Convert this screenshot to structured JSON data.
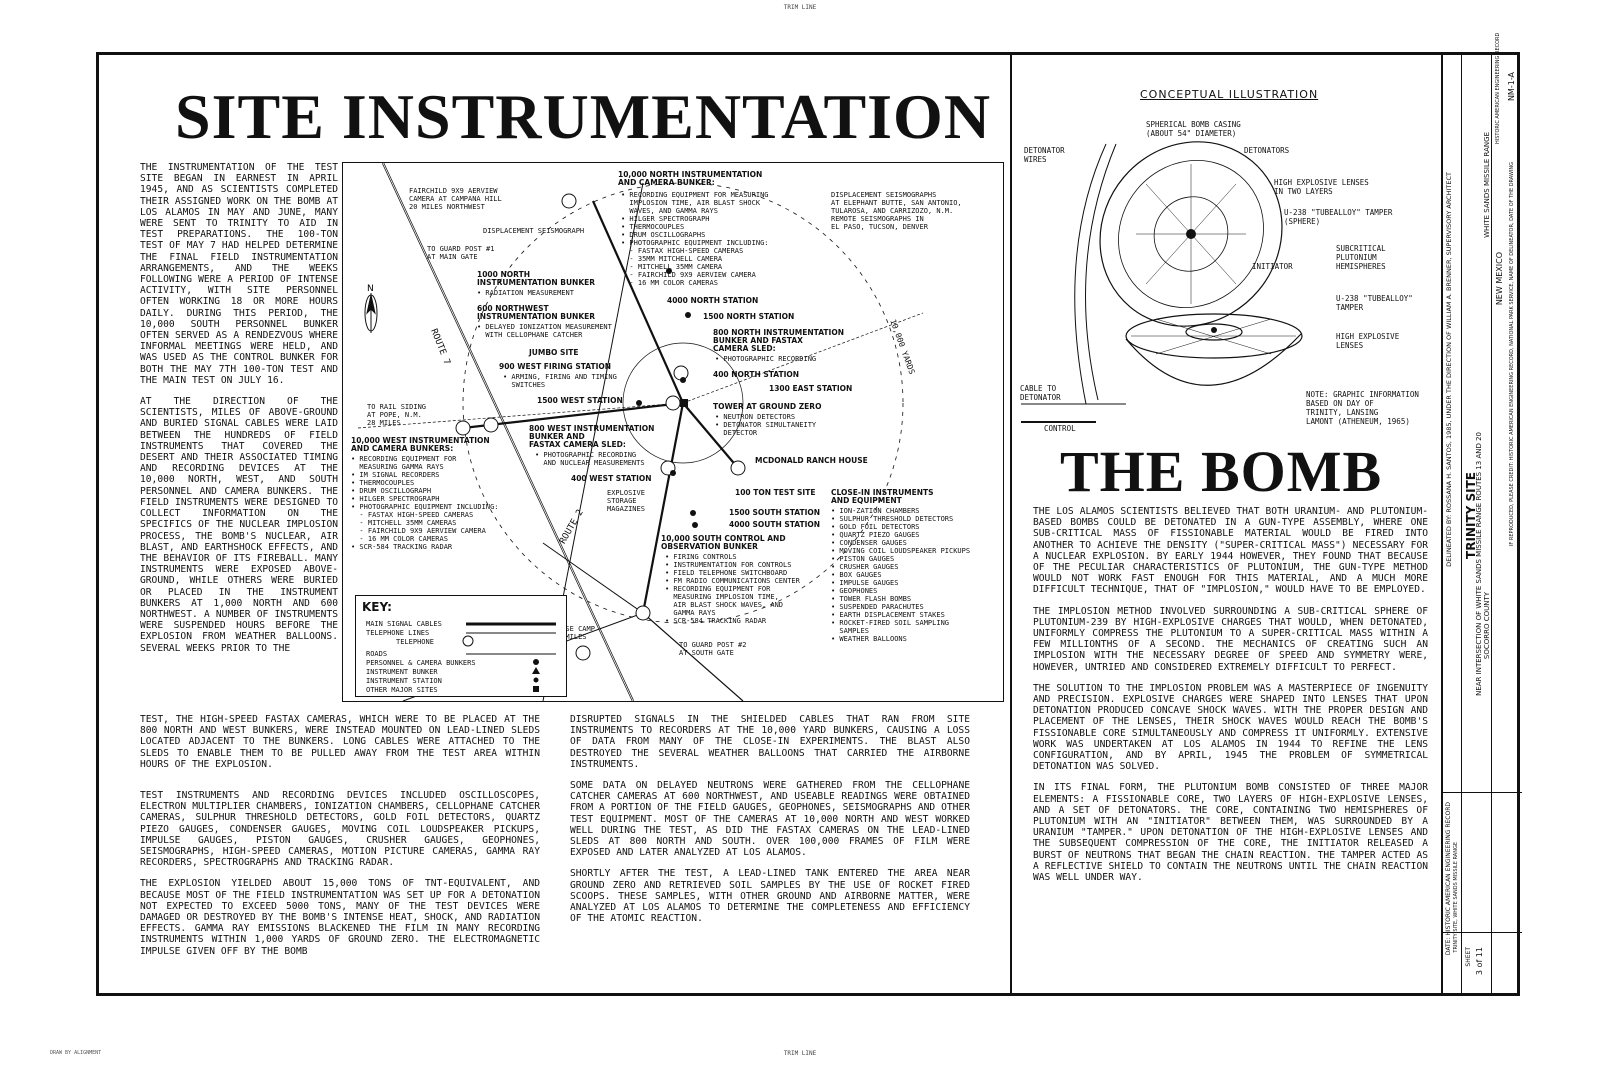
{
  "trim": {
    "top": "TRIM LINE",
    "bottom": "TRIM LINE",
    "bottom_left": "DRAW BY ALIGNMENT"
  },
  "site_title": "SITE INSTRUMENTATION",
  "bomb_title": "THE BOMB",
  "site_paragraphs": {
    "p1": "The instrumentation of the test site began in earnest in April 1945, and as scientists completed their assigned work on the bomb at Los Alamos in May and June, many were sent to Trinity to aid in test preparations. The 100-ton test of May 7 had helped determine the final field instrumentation arrangements, and the weeks following were a period of intense activity, with site personnel often working 18 or more hours daily. During this period, the 10,000 South personnel bunker often served as a rendezvous where informal meetings were held, and was used as the control bunker for both the May 7th 100-ton test and the main test on July 16.",
    "p2": "At the direction of the scientists, miles of above-ground and buried signal cables were laid between the hundreds of field instruments that covered the desert and their associated timing and recording devices at the 10,000 North, West, and South personnel and camera bunkers. The field instruments were designed to collect information on the specifics of the nuclear implosion process, the bomb's nuclear, air blast, and earthshock effects, and the behavior of its fireball. Many instruments were exposed above-ground, while others were buried or placed in the instrument bunkers at 1,000 North and 600 Northwest. A number of instruments were suspended hours before the explosion from weather balloons. Several weeks prior to the",
    "p2_cont": "test, the high-speed Fastax cameras, which were to be placed at the 800 North and West bunkers, were instead mounted on lead-lined sleds located adjacent to the bunkers. Long cables were attached to the sleds to enable them to be pulled away from the test area within hours of the explosion.",
    "p3": "Test instruments and recording devices included oscilloscopes, electron multiplier chambers, ionization chambers, cellophane catcher cameras, sulphur threshold detectors, gold foil detectors, quartz piezo gauges, condenser gauges, moving coil loudspeaker pickups, impulse gauges, piston gauges, crusher gauges, geophones, seismographs, high-speed cameras, motion picture cameras, gamma ray recorders, spectrographs and tracking radar.",
    "p4": "The explosion yielded about 15,000 tons of TNT-equivalent, and because most of the field instrumentation was set up for a detonation not expected to exceed 5000 tons, many of the test devices were damaged or destroyed by the bomb's intense heat, shock, and radiation effects. Gamma ray emissions blackened the film in many recording instruments within 1,000 yards of ground zero. The electromagnetic impulse given off by the bomb",
    "m1": "disrupted signals in the shielded cables that ran from site instruments to recorders at the 10,000 yard bunkers, causing a loss of data from many of the close-in experiments. The blast also destroyed the several weather balloons that carried the airborne instruments.",
    "m2": "Some data on delayed neutrons were gathered from the cellophane catcher cameras at 600 Northwest, and useable readings were obtained from a portion of the field gauges, geophones, seismographs and other test equipment. Most of the cameras at 10,000 North and West worked well during the test, as did the Fastax cameras on the lead-lined sleds at 800 North and South. Over 100,000 frames of film were exposed and later analyzed at Los Alamos.",
    "m3": "Shortly after the test, a lead-lined tank entered the area near ground zero and retrieved soil samples by the use of rocket fired scoops. These samples, with other ground and airborne matter, were analyzed at Los Alamos to determine the completeness and efficiency of the atomic reaction."
  },
  "bomb_paragraphs": {
    "b1": "The Los Alamos scientists believed that both uranium- and plutonium-based bombs could be detonated in a gun-type assembly, where one sub-critical mass of fissionable material would be fired into another to achieve the density (\"super-critical mass\") necessary for a nuclear explosion. By early 1944 however, they found that because of the peculiar characteristics of plutonium, the gun-type method would not work fast enough for this material, and a much more difficult technique, that of \"implosion,\" would have to be employed.",
    "b2": "The implosion method involved surrounding a sub-critical sphere of plutonium-239 by high-explosive charges that would, when detonated, uniformly compress the plutonium to a super-critical mass within a few millionths of a second. The mechanics of creating such an implosion with the necessary degree of speed and symmetry were, however, untried and considered extremely difficult to perfect.",
    "b3": "The solution to the implosion problem was a masterpiece of ingenuity and precision. Explosive charges were shaped into lenses that upon detonation produced concave shock waves. With the proper design and placement of the lenses, their shock waves would reach the bomb's fissionable core simultaneously and compress it uniformly. Extensive work was undertaken at Los Alamos in 1944 to refine the lens configuration, and by April, 1945 the problem of symmetrical detonation was solved.",
    "b4": "In its final form, the plutonium bomb consisted of three major elements: a fissionable core, two layers of high-explosive lenses, and a set of detonators. The core, containing two hemispheres of plutonium with an \"initiator\" between them, was surrounded by a uranium \"tamper.\" Upon detonation of the high-explosive lenses and the subsequent compression of the core, the initiator released a burst of neutrons that began the chain reaction. The tamper acted as a reflective shield to contain the neutrons until the chain reaction was well under way."
  },
  "map": {
    "labels": {
      "fairchild": "Fairchild 9x9 aerview\ncamera at Campana Hill\n20 miles northwest",
      "n10000": "10,000 North instrumentation\nand camera bunker:",
      "n10000_items": "• Recording equipment for measuring\n  implosion time, air blast shock\n  waves, and gamma rays\n• Hilger spectrograph\n• Thermocouples\n• Drum oscillographs\n• Photographic equipment including:\n  - Fastax high-speed cameras\n  - 35mm Mitchell camera\n  - Mitchell 35mm camera\n  - Fairchild 9x9 aerview camera\n  - 16 mm color cameras",
      "displacement_top": "Displacement seismographs\nat Elephant Butte, San Antonio,\nTularosa, and Carrizozo, N.M.\nRemote seismographs in\nEl Paso, Tucson, Denver",
      "disp_seismograph": "Displacement seismograph",
      "to_guardpost1": "To guard post #1\nat main gate",
      "n1000": "1000 North\ninstrumentation bunker",
      "n1000_items": "• Radiation measurement",
      "n4000": "4000 North station",
      "nw600": "600 Northwest\ninstrumentation bunker",
      "nw600_items": "• Delayed ionization measurement\n  with cellophane catcher",
      "jumbo": "Jumbo site",
      "n1500": "1500 North station",
      "n800": "800 North instrumentation\nbunker and Fastax\ncamera sled:",
      "n800_items": "• Photographic recording",
      "w900": "900 West firing station",
      "w900_items": "• Arming, firing and timing\n  switches",
      "n400": "400 North station",
      "e1300": "1300 East station",
      "w1500": "1500 West station",
      "tower": "Tower at Ground Zero",
      "tower_items": "• Neutron detectors\n• Detonator simultaneity\n  detector",
      "to_rail": "To rail siding\nat Pope, N.M.\n28 miles",
      "w800": "800 West instrumentation\nbunker and\nFastax camera sled:",
      "w800_items": "• Photographic recording\n  and nuclear measurements",
      "w10000": "10,000 West instrumentation\nand camera bunkers:",
      "w10000_items": "• Recording equipment for\n  measuring gamma rays\n• IM signal recorders\n• Thermocouples\n• Drum oscillograph\n• Hilger spectrograph\n• Photographic equipment including:\n  - Fastax high-speed cameras\n  - Mitchell 35mm cameras\n  - Fairchild 9x9 aerview camera\n  - 16 mm color cameras\n• SCR-584 tracking radar",
      "mcdonald": "McDonald Ranch House",
      "w400": "400 West station",
      "explosive": "Explosive\nstorage\nmagazines",
      "t100": "100 ton test site",
      "s1500": "1500 South station",
      "s4000": "4000 South station",
      "closein": "Close-in instruments\nand equipment",
      "closein_items": "• Ion-zation chambers\n• Sulphur threshold detectors\n• Gold foil detectors\n• Quartz piezo gauges\n• Condenser gauges\n• Moving coil loudspeaker pickups\n• Piston gauges\n• Crusher gauges\n• Box gauges\n• Impulse gauges\n• Geophones\n• Tower flash bombs\n• Suspended parachutes\n• Earth displacement stakes\n• Rocket-fired soil sampling\n  samples\n• Weather balloons",
      "s10000": "10,000 South control and\nobservation bunker",
      "s10000_items": "• Firing controls\n• Instrumentation for controls\n• Field telephone switchboard\n• FM radio communications center\n• Recording equipment for\n  measuring implosion time,\n  air blast shock waves, and\n  gamma rays\n• SCR-584 tracking radar",
      "basecamp": "Base camp\n5 miles",
      "to_guardpost2": "To guard post #2\nat south gate",
      "route7": "Route 7",
      "route2": "Route 2",
      "circle_10000": "10,000 yards"
    },
    "key": {
      "title": "KEY:",
      "rows": [
        "Main signal cables",
        "Telephone lines",
        "Telephone",
        "Roads",
        "Personnel & camera bunkers",
        "Instrument bunker",
        "Instrument station",
        "Other major sites"
      ]
    }
  },
  "illustration": {
    "title": "CONCEPTUAL ILLUSTRATION",
    "labels": {
      "casing": "Spherical bomb casing\n(about 54\" diameter)",
      "detonator_wires": "Detonator\nwires",
      "detonators": "Detonators",
      "he_lenses": "High explosive lenses\nin two layers",
      "tamper": "U-238 \"Tubealloy\" tamper\n(sphere)",
      "plutonium": "Subcritical\nplutonium\nhemispheres",
      "initiator": "Initiator",
      "tamper2": "U-238 \"Tubealloy\"\ntamper",
      "he2": "High explosive\nlenses",
      "cable": "Cable to\ndetonator",
      "control": "Control",
      "note": "Note: Graphic information\nbased on Day of\nTrinity, Lansing\nLamont (Atheneum, 1965)"
    }
  },
  "title_block": {
    "delineator": "DELINEATED BY: ROSSANA H. SANTOS, 1985, UNDER THE DIRECTION OF WILLIAM A. BRENNER, SUPERVISORY ARCHITECT",
    "project": "DATE:   HISTORIC AMERICAN ENGINEERING RECORD",
    "project_sub": "TRINITY SITE, WHITE SANDS MISSILE RANGE",
    "site_name": "TRINITY SITE",
    "location": "NEAR INTERSECTION OF WHITE SANDS MISSILE RANGE ROUTES 13 AND 20",
    "range": "WHITE SANDS MISSILE RANGE",
    "county": "SOCORRO COUNTY",
    "state": "NEW MEXICO",
    "reproduce": "IF REPRODUCED, PLEASE CREDIT: HISTORIC AMERICAN ENGINEERING RECORD, NATIONAL PARK SERVICE, NAME OF DELINEATOR, DATE OF THE DRAWING",
    "sheet_label": "SHEET",
    "sheet_no": "3 of 11",
    "record": "HISTORIC AMERICAN ENGINEERING RECORD",
    "record_no": "NM-1-A"
  }
}
